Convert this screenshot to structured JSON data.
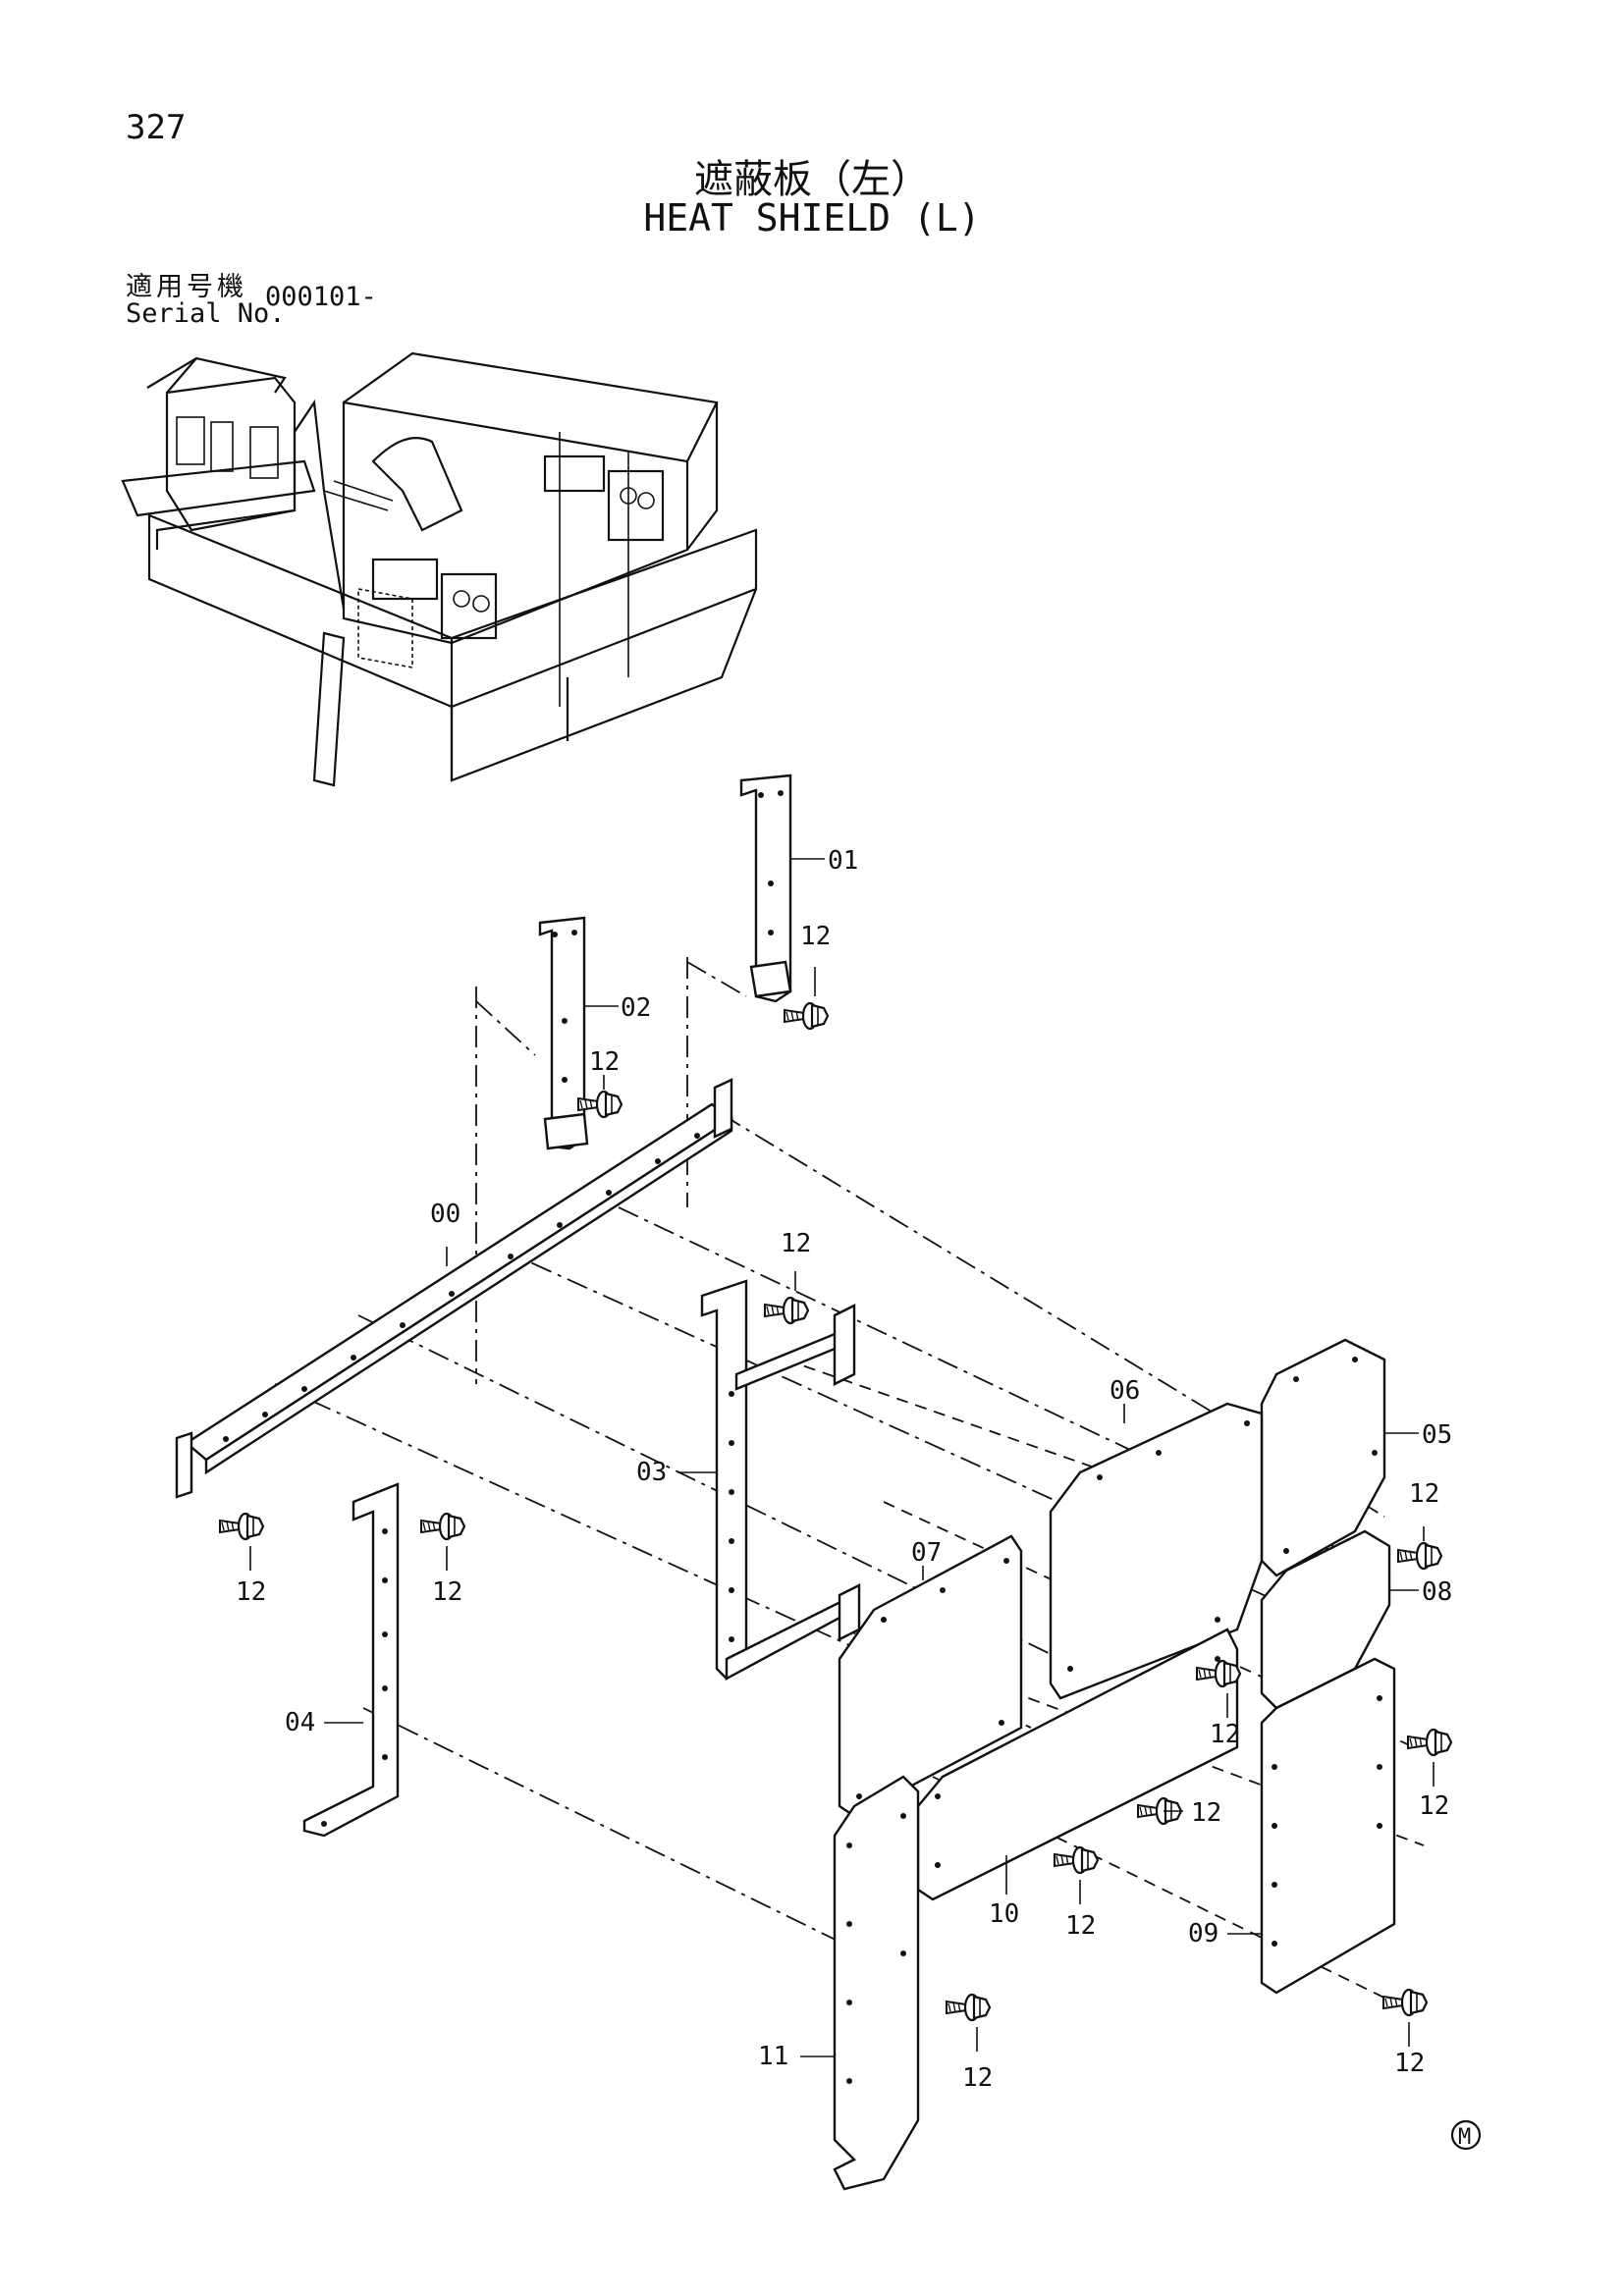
{
  "page": {
    "number": "327",
    "title_ja": "遮蔽板（左）",
    "title_en": "HEAT SHIELD (L)",
    "serial_label_ja": "適用号機",
    "serial_label_en": "Serial No.",
    "serial_value": "000101-",
    "corner_mark": "M"
  },
  "callouts": {
    "c00": "00",
    "c01": "01",
    "c02": "02",
    "c03": "03",
    "c04": "04",
    "c05": "05",
    "c06": "06",
    "c07": "07",
    "c08": "08",
    "c09": "09",
    "c10": "10",
    "c11": "11",
    "c12": "12"
  },
  "icons": {
    "bolt": "bolt-icon",
    "machine": "machine-overview-icon",
    "corner_mark": "circled-m-icon"
  }
}
